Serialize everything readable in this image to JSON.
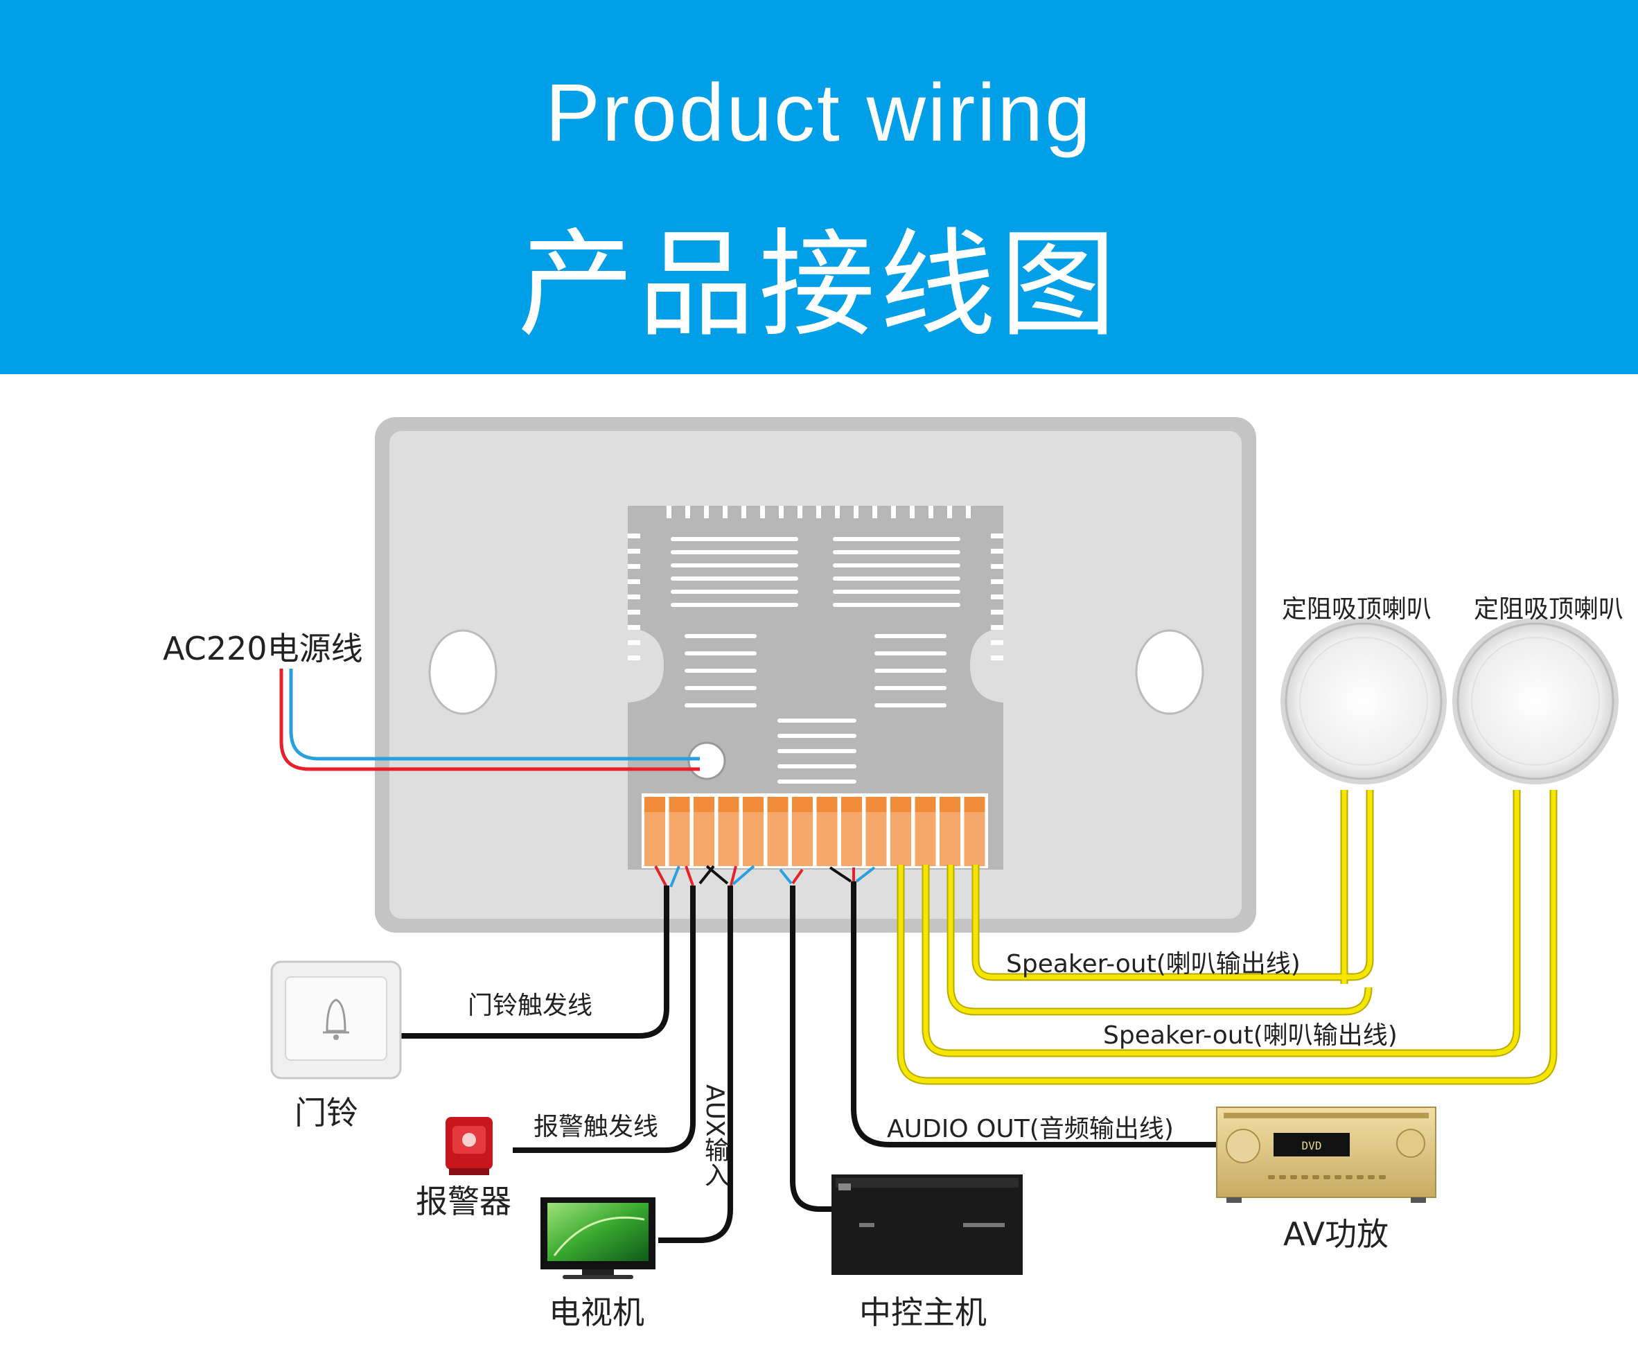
{
  "header": {
    "title_en": "Product wiring",
    "title_zh": "产品接线图",
    "color": "#009fe8"
  },
  "wire_colors": {
    "live": "#e8202a",
    "neutral": "#2a9fe0",
    "speaker": "#f5e600",
    "signal": "#111111"
  },
  "labels": {
    "power": "AC220电源线",
    "speaker_1": "定阻吸顶喇叭",
    "speaker_2": "定阻吸顶喇叭",
    "speaker_out_1": "Speaker-out(喇叭输出线)",
    "speaker_out_2": "Speaker-out(喇叭输出线)",
    "doorbell_wire": "门铃触发线",
    "doorbell": "门铃",
    "alarm_wire": "报警触发线",
    "alarm": "报警器",
    "aux_in": "AUX输入",
    "tv": "电视机",
    "control_host": "中控主机",
    "audio_out": "AUDIO OUT(音频输出线)",
    "av_amp": "AV功放"
  },
  "devices": {
    "av_amp_display": "DVD"
  }
}
